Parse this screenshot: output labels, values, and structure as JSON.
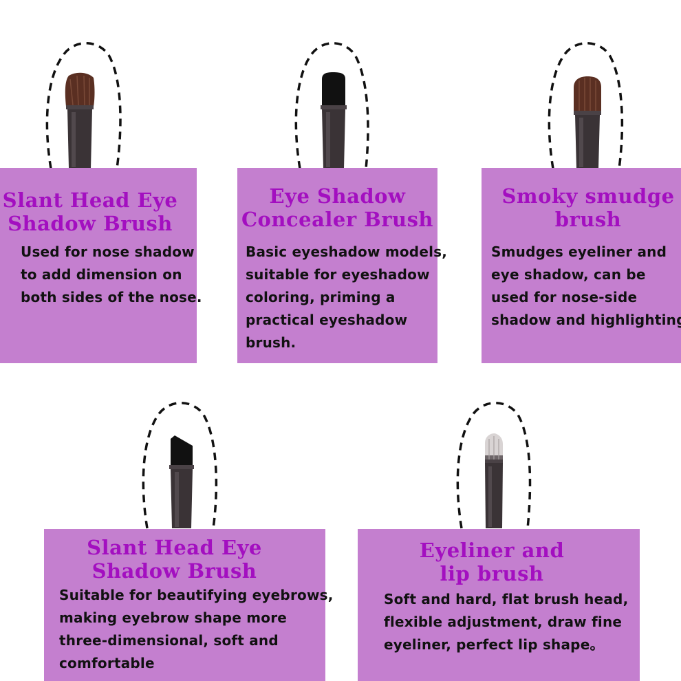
{
  "cards": [
    {
      "title_lines": [
        "Slant Head Eye",
        "Shadow Brush"
      ],
      "desc_lines": [
        "Used for nose shadow",
        "to add dimension on",
        "both sides of the nose."
      ]
    },
    {
      "title_lines": [
        "Eye Shadow",
        "Concealer Brush"
      ],
      "desc_lines": [
        "Basic eyeshadow models,",
        "suitable for eyeshadow",
        "coloring, priming a",
        "practical eyeshadow",
        "brush."
      ]
    },
    {
      "title_lines": [
        "Smoky smudge",
        "brush"
      ],
      "desc_lines": [
        "Smudges eyeliner and",
        "eye shadow, can be",
        "used for nose-side",
        "shadow and highlighting"
      ]
    },
    {
      "title_lines": [
        "Slant Head Eye",
        "Shadow Brush"
      ],
      "desc_lines": [
        "Suitable for beautifying eyebrows,",
        "making eyebrow shape more",
        "three-dimensional, soft and",
        "comfortable"
      ]
    },
    {
      "title_lines": [
        "Eyeliner and",
        "lip brush"
      ],
      "desc_lines": [
        "Soft and hard, flat brush head,",
        "flexible adjustment, draw fine",
        "eyeliner, perfect lip shape。"
      ]
    }
  ],
  "colors": {
    "card_background": "#c47fcf",
    "title": "#a30fc0",
    "description": "#111111",
    "handle": "#3a3336",
    "bristle_brown": "#5a2f22",
    "bristle_black": "#111111",
    "bristle_white": "#d9d4d4"
  },
  "brushes": [
    {
      "icon": "angled-eye-shadow-brush-icon",
      "bristle": "brown"
    },
    {
      "icon": "flat-eye-shadow-brush-icon",
      "bristle": "black"
    },
    {
      "icon": "smudge-brush-icon",
      "bristle": "brown"
    },
    {
      "icon": "angled-eyebrow-brush-icon",
      "bristle": "black"
    },
    {
      "icon": "eyeliner-lip-brush-icon",
      "bristle": "white-tip"
    }
  ]
}
